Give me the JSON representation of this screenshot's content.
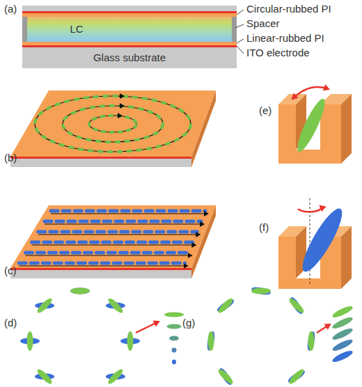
{
  "diagram": {
    "nodes": [
      {
        "text": [
          "LC"
        ]
      },
      {
        "text": [
          "Glass substrate"
        ]
      }
    ],
    "labels": [
      "(a)",
      "Circular-rubbed PI",
      "Spacer",
      "Linear-rubbed PI",
      "ITO electrode",
      "(b)",
      "(e)",
      "(c)",
      "(f)",
      "(d)",
      "(g)"
    ]
  }
}
